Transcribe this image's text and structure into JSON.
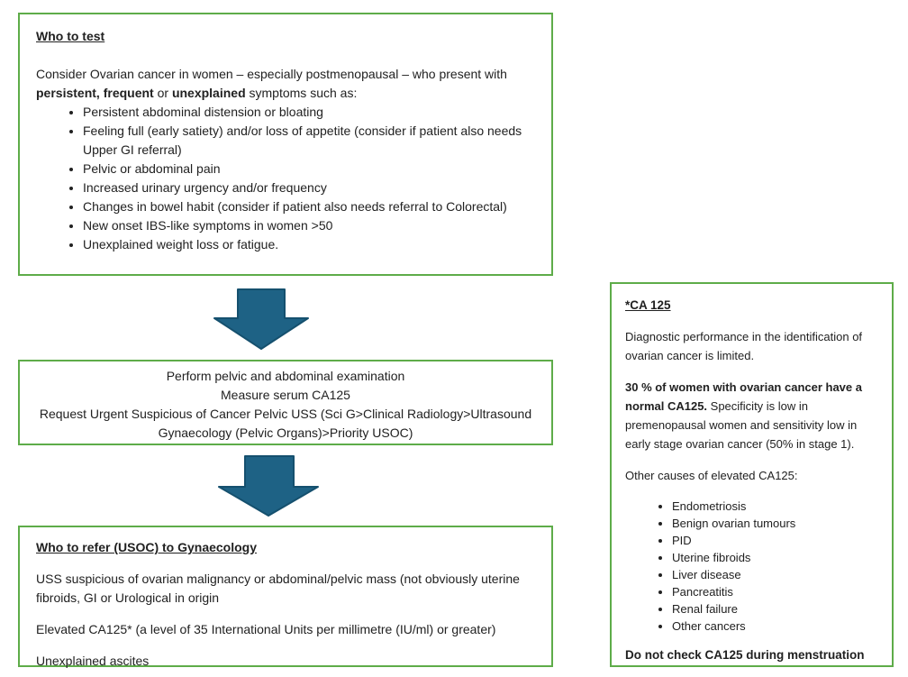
{
  "colors": {
    "box_border_green": "#5eac49",
    "arrow_fill": "#1e6285",
    "arrow_stroke": "#15506e",
    "text": "#212121"
  },
  "who_to_test": {
    "title": "Who to test",
    "intro": {
      "part1": "Consider Ovarian cancer in women – especially postmenopausal – who present with ",
      "bold1": "persistent,",
      "part2": " ",
      "bold2": "frequent",
      "part3": " or ",
      "bold3": "unexplained",
      "part4": " symptoms such as:"
    },
    "bullets": [
      "Persistent abdominal distension or bloating",
      "Feeling full (early satiety) and/or loss of appetite (consider if patient also needs Upper GI referral)",
      "Pelvic or abdominal pain",
      "Increased urinary urgency and/or frequency",
      "Changes in bowel habit (consider if patient also needs referral to Colorectal)",
      "New onset IBS-like symptoms in women >50",
      "Unexplained weight loss or fatigue."
    ]
  },
  "actions": {
    "lines": [
      "Perform pelvic and abdominal examination",
      "Measure serum CA125",
      "Request Urgent Suspicious of Cancer Pelvic USS (Sci G>Clinical Radiology>Ultrasound Gynaecology (Pelvic Organs)>Priority USOC)"
    ]
  },
  "who_to_refer": {
    "title": "Who to refer (USOC) to Gynaecology",
    "paragraphs": [
      "USS suspicious of ovarian malignancy or abdominal/pelvic mass (not obviously uterine fibroids, GI or Urological in origin",
      "Elevated CA125* (a level of 35 International Units per millimetre (IU/ml) or greater)",
      "Unexplained ascites"
    ]
  },
  "ca125_note": {
    "title": "*CA 125",
    "para1": "Diagnostic performance in the identification of ovarian cancer is limited.",
    "para2_bold": "30 % of women with ovarian cancer have a normal CA125.",
    "para2_rest": " Specificity is low in premenopausal women and sensitivity low in early stage ovarian cancer (50% in stage 1).",
    "para3": "Other causes of elevated CA125:",
    "bullets": [
      "Endometriosis",
      "Benign ovarian tumours",
      "PID",
      "Uterine fibroids",
      "Liver disease",
      "Pancreatitis",
      "Renal failure",
      "Other cancers"
    ],
    "footer": "Do not check CA125 during menstruation"
  }
}
